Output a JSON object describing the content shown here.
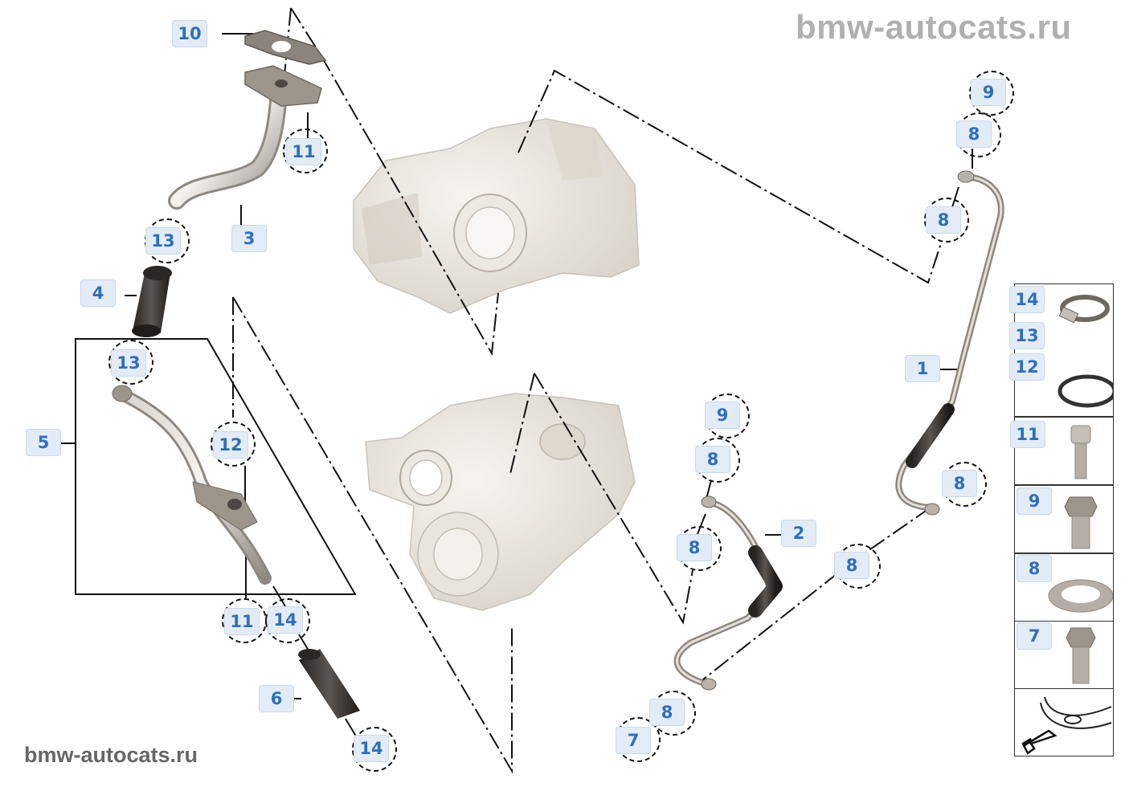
{
  "watermark": {
    "top": "bmw-autocats.ru",
    "bottom": "bmw-autocats.ru"
  },
  "callouts": [
    {
      "label": "10"
    },
    {
      "label": "11"
    },
    {
      "label": "3"
    },
    {
      "label": "13"
    },
    {
      "label": "4"
    },
    {
      "label": "13"
    },
    {
      "label": "5"
    },
    {
      "label": "12"
    },
    {
      "label": "11"
    },
    {
      "label": "14"
    },
    {
      "label": "6"
    },
    {
      "label": "14"
    },
    {
      "label": "9"
    },
    {
      "label": "8"
    },
    {
      "label": "8"
    },
    {
      "label": "1"
    },
    {
      "label": "8"
    },
    {
      "label": "9"
    },
    {
      "label": "8"
    },
    {
      "label": "8"
    },
    {
      "label": "2"
    },
    {
      "label": "8"
    },
    {
      "label": "8"
    },
    {
      "label": "7"
    }
  ],
  "legend": [
    {
      "label": "14",
      "part": "hose-clamp"
    },
    {
      "label": "13",
      "part": "hose-clamp"
    },
    {
      "label": "12",
      "part": "sealing-ring"
    },
    {
      "label": "11",
      "part": "socket-head-screw"
    },
    {
      "label": "9",
      "part": "banjo-bolt"
    },
    {
      "label": "8",
      "part": "sealing-washer"
    },
    {
      "label": "7",
      "part": "banjo-bolt"
    }
  ],
  "colors": {
    "callout_bg": "#e3ecf6",
    "callout_text": "#2f6fba",
    "pipe": "#a8a29a",
    "hose": "#3a3836",
    "turbo": "#e6e1da"
  }
}
